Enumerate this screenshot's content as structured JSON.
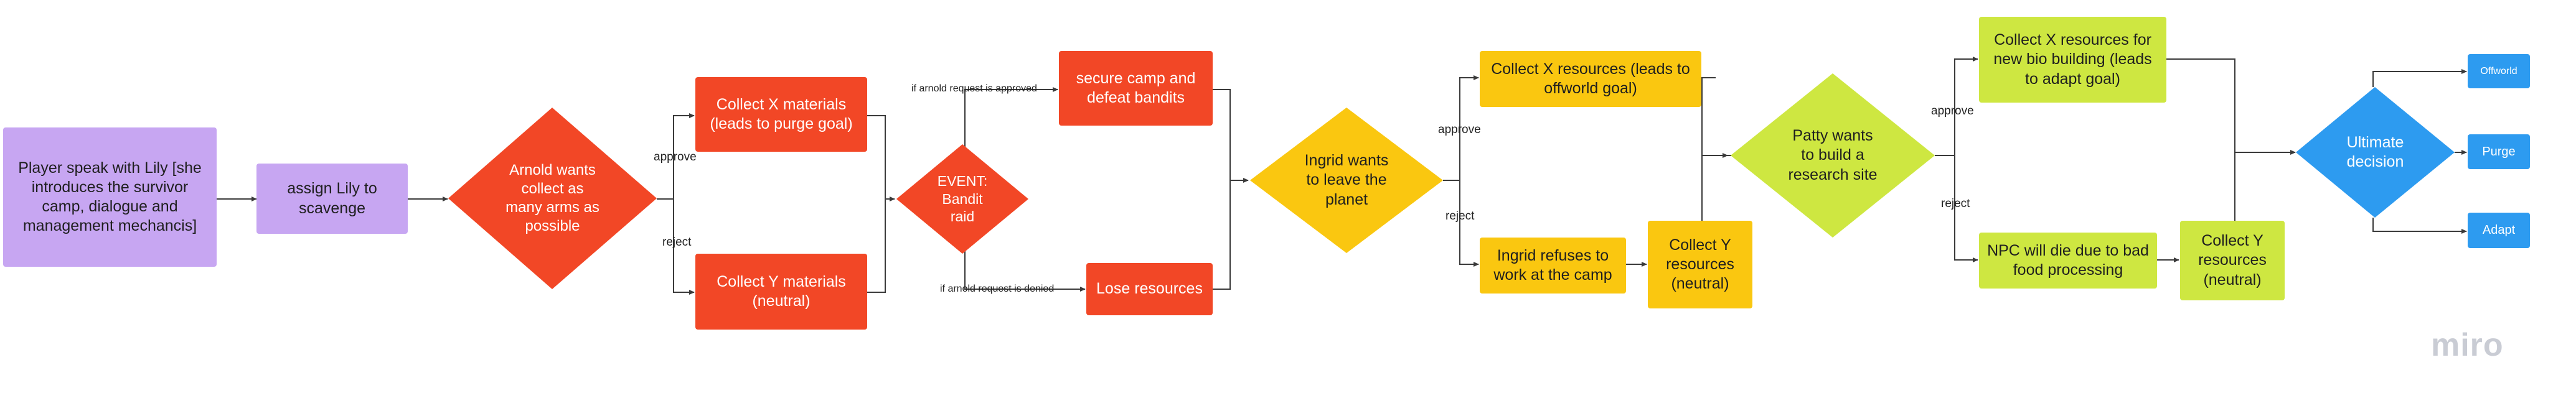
{
  "nodes": {
    "player_speak": "Player speak with Lily [she introduces the survivor camp, dialogue and management mechancis]",
    "assign_lily": "assign Lily to scavenge",
    "arnold_wants": "Arnold wants collect as many arms as possible",
    "collect_x_materials": "Collect X materials (leads to purge goal)",
    "collect_y_materials": "Collect Y materials (neutral)",
    "event_bandit_raid": "EVENT: Bandit raid",
    "secure_camp": "secure camp and defeat bandits",
    "lose_resources": "Lose resources",
    "ingrid_wants": "Ingrid wants to leave the planet",
    "collect_x_offworld": "Collect X resources (leads to offworld goal)",
    "ingrid_refuses": "Ingrid refuses to work at the camp",
    "collect_y_resources_1": "Collect Y resources (neutral)",
    "patty_wants": "Patty wants to build a research site",
    "collect_x_bio": "Collect X resources for new bio building (leads to adapt goal)",
    "npc_will_die": "NPC will die due to bad food processing",
    "collect_y_resources_2": "Collect Y resources (neutral)",
    "ultimate_decision": "Ultimate decision",
    "offworld": "Offworld",
    "purge": "Purge",
    "adapt": "Adapt"
  },
  "edge_labels": {
    "approve": "approve",
    "reject": "reject",
    "if_approved": "if arnold request is approved",
    "if_denied": "if arnold request is denied"
  },
  "brand": "miro",
  "colors": {
    "purple": "#c7a6f2",
    "red": "#f24726",
    "yellow": "#fac710",
    "lime": "#cee741",
    "blue": "#2d9bf0",
    "connector": "#3a3a3a",
    "logo": "#c9ccd4"
  }
}
